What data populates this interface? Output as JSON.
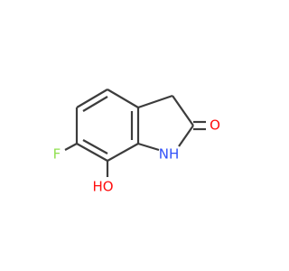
{
  "molecule": {
    "atoms": {
      "fluorine": {
        "label": "F",
        "color": "#90e050"
      },
      "hydroxyl": {
        "label": "HO",
        "color": "#ff0d0d"
      },
      "amine": {
        "label": "NH",
        "color": "#3050f8"
      },
      "carbonyl_oxygen": {
        "label": "O",
        "color": "#ff0d0d"
      }
    },
    "bond_color": "#3c3c3c"
  }
}
